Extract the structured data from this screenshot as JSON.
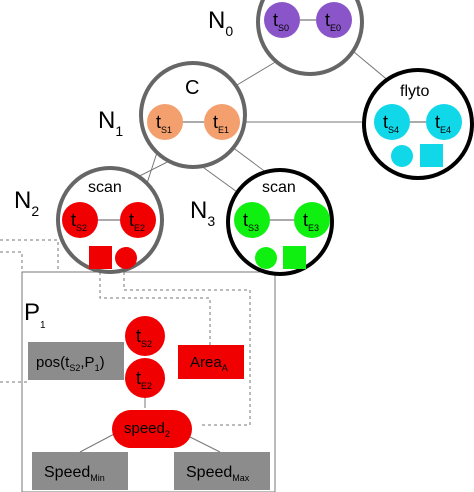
{
  "colors": {
    "purple": "#8a55c8",
    "orange": "#f4a06e",
    "cyan": "#10d8e8",
    "red": "#f00000",
    "green": "#10f010",
    "gray_box": "#8c8c8c",
    "node_ring_gray": "#666666",
    "node_ring_black": "#000000"
  },
  "nodes": {
    "n0": {
      "name": "N",
      "sub": "0",
      "t_start": {
        "main": "t",
        "sub": "S0"
      },
      "t_end": {
        "main": "t",
        "sub": "E0"
      }
    },
    "n1": {
      "name": "N",
      "sub": "1",
      "label": "C",
      "t_start": {
        "main": "t",
        "sub": "S1"
      },
      "t_end": {
        "main": "t",
        "sub": "E1"
      }
    },
    "n2": {
      "name": "N",
      "sub": "2",
      "label": "scan",
      "t_start": {
        "main": "t",
        "sub": "S2"
      },
      "t_end": {
        "main": "t",
        "sub": "E2"
      }
    },
    "n3": {
      "name": "N",
      "sub": "3",
      "label": "scan",
      "t_start": {
        "main": "t",
        "sub": "S3"
      },
      "t_end": {
        "main": "t",
        "sub": "E3"
      }
    },
    "n4": {
      "label": "flyto",
      "t_start": {
        "main": "t",
        "sub": "S4"
      },
      "t_end": {
        "main": "t",
        "sub": "E4"
      }
    }
  },
  "panel": {
    "name": "P",
    "sub": "1",
    "t_start": {
      "main": "t",
      "sub": "S2"
    },
    "t_end": {
      "main": "t",
      "sub": "E2"
    },
    "pos": {
      "pre": "pos(t",
      "sub": "S2",
      "post": ",P",
      "sub2": "1",
      "close": ")"
    },
    "area": {
      "main": "Area",
      "sub": "A"
    },
    "speed": {
      "main": "speed",
      "sub": "2"
    },
    "speed_min": {
      "main": "Speed",
      "sub": "Min"
    },
    "speed_max": {
      "main": "Speed",
      "sub": "Max"
    }
  }
}
